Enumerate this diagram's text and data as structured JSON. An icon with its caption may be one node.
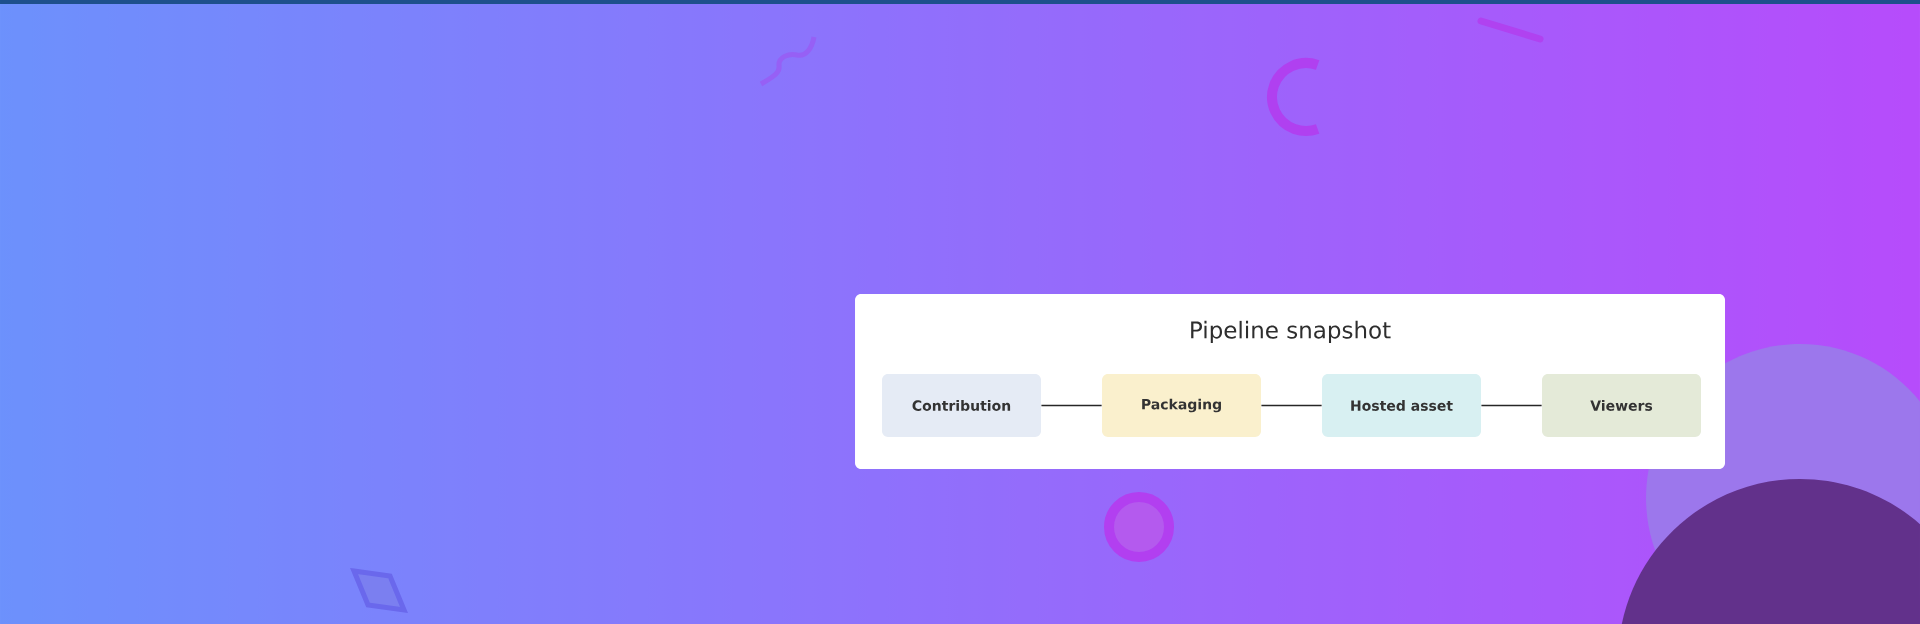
{
  "diagram": {
    "title": "Pipeline snapshot",
    "nodes": [
      {
        "text": [
          "Contribution"
        ]
      },
      {
        "text": [
          "Packaging"
        ]
      },
      {
        "text": [
          "Hosted asset"
        ]
      },
      {
        "text": [
          "Viewers"
        ]
      }
    ],
    "edges": [
      {
        "from": 0,
        "to": 1,
        "arrow": "none"
      },
      {
        "from": 1,
        "to": 2,
        "arrow": "none"
      },
      {
        "from": 2,
        "to": 3,
        "arrow": "none"
      }
    ]
  }
}
